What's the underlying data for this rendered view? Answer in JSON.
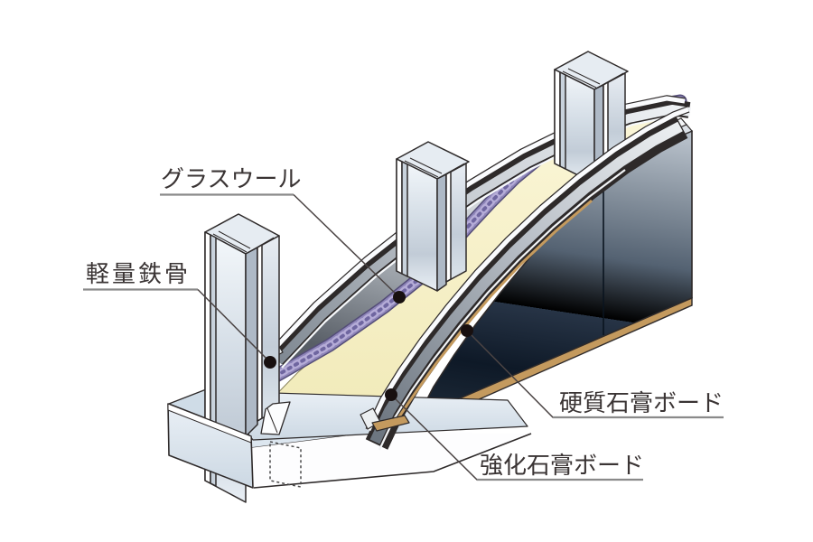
{
  "diagram": {
    "type": "wall-assembly-cutaway-isometric",
    "background": "#ffffff",
    "callouts": [
      {
        "id": "glasswool",
        "label": "グラスウール"
      },
      {
        "id": "light-steel-frame",
        "label": "軽量鉄骨"
      },
      {
        "id": "hard-gypsum-board",
        "label": "硬質石膏ボード"
      },
      {
        "id": "reinforced-gypsum-board",
        "label": "強化石膏ボード"
      }
    ],
    "colors": {
      "outline": "#2e2a2a",
      "glasswool_batt": "#f7f1c9",
      "glasswool_braid": "#8d84b8",
      "steel_stud": "#dfe7ee",
      "runner_track": "#dce6ef",
      "board_face_dark": "#16212f",
      "board_edge_tan": "#c49a5e",
      "cut_band_gray": "#b9bfc7",
      "label_text": "#3a3434",
      "leader_line": "#4a4343",
      "label_underline": "#8a8a8a",
      "anchor_dot": "#181010"
    }
  }
}
